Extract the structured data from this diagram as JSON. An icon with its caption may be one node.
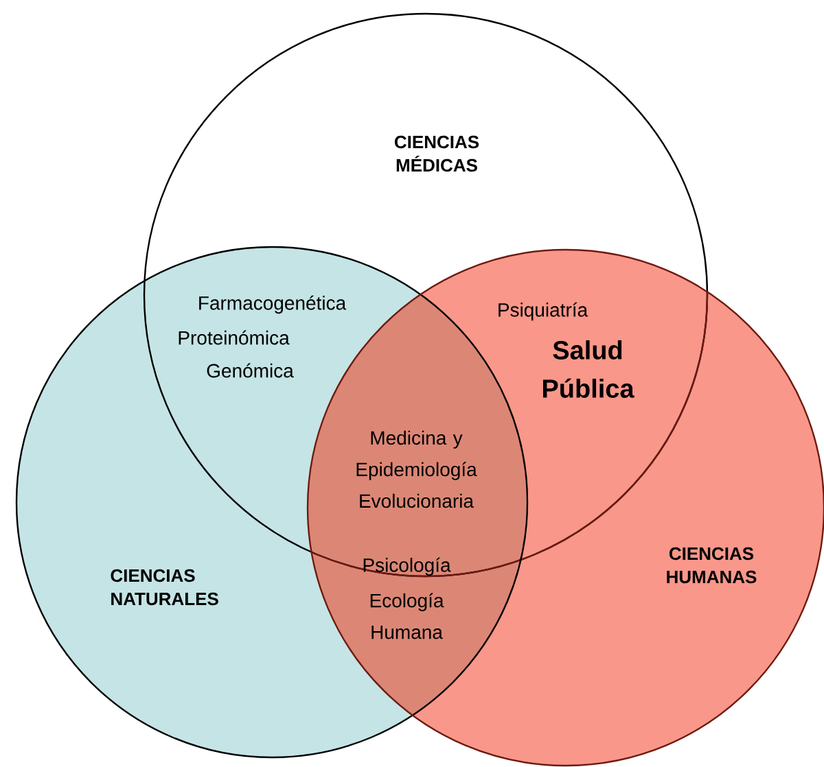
{
  "diagram": {
    "nodes": [
      {
        "text": [
          "CIENCIAS  MÉDICAS"
        ]
      },
      {
        "text": [
          "CIENCIAS NATURALES"
        ]
      },
      {
        "text": [
          "CIENCIAS HUMANAS"
        ]
      }
    ],
    "labels": [
      "Farmacogenética",
      "Proteinómica",
      "Genómica",
      "Psiquiatría",
      "Salud Pública",
      "Medicina y Epidemiología Evolucionaria",
      "Psicología",
      "Ecología Humana"
    ]
  }
}
